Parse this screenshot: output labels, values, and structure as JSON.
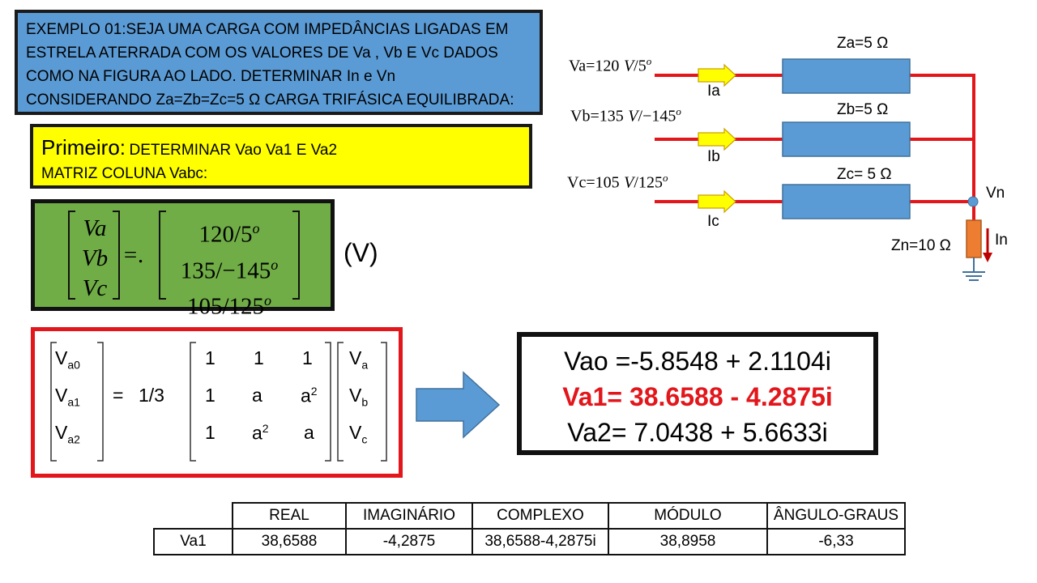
{
  "statement": {
    "lines": [
      "EXEMPLO 01:SEJA UMA CARGA COM IMPEDÂNCIAS LIGADAS EM",
      "ESTRELA ATERRADA COM OS VALORES DE Va , Vb E Vc DADOS",
      "COMO NA FIGURA AO LADO. DETERMINAR In e Vn",
      "CONSIDERANDO Za=Zb=Zc=5 Ω CARGA TRIFÁSICA EQUILIBRADA:"
    ]
  },
  "primeiro": {
    "title": "Primeiro:",
    "line1_rest": "DETERMINAR Vao  Va1 E Va2",
    "line2": "MATRIZ COLUNA Vabc:"
  },
  "voltage_matrix": {
    "left": [
      "Va",
      "Vb",
      "Vc"
    ],
    "equals": "=.",
    "right": [
      {
        "mag": "120",
        "angle": "5",
        "deg": "o"
      },
      {
        "mag": "135",
        "angle": "−145",
        "deg": "o"
      },
      {
        "mag": "105",
        "angle": "125",
        "deg": "o"
      }
    ],
    "unit": "(V)"
  },
  "sequence_matrix": {
    "lhs": [
      {
        "base": "V",
        "sub": "a0"
      },
      {
        "base": "V",
        "sub": "a1"
      },
      {
        "base": "V",
        "sub": "a2"
      }
    ],
    "equals": "=",
    "factor": "1/3",
    "matrix_rows": [
      [
        {
          "b": "1",
          "sup": ""
        },
        {
          "b": "1",
          "sup": ""
        },
        {
          "b": "1",
          "sup": ""
        }
      ],
      [
        {
          "b": "1",
          "sup": ""
        },
        {
          "b": "a",
          "sup": ""
        },
        {
          "b": "a",
          "sup": "2"
        }
      ],
      [
        {
          "b": "1",
          "sup": ""
        },
        {
          "b": "a",
          "sup": "2"
        },
        {
          "b": "a",
          "sup": ""
        }
      ]
    ],
    "rhs": [
      {
        "base": "V",
        "sub": "a"
      },
      {
        "base": "V",
        "sub": "b"
      },
      {
        "base": "V",
        "sub": "c"
      }
    ]
  },
  "arrow_color": "#5b9bd5",
  "results": {
    "vao": "Vao =-5.8548 + 2.1104i",
    "va1": "Va1=  38.6588 - 4.2875i",
    "va2": "Va2= 7.0438 + 5.6633i"
  },
  "table": {
    "headers": [
      "REAL",
      "IMAGINÁRIO",
      "COMPLEXO",
      "MÓDULO",
      "ÂNGULO-GRAUS"
    ],
    "row_label": "Va1",
    "row": [
      "38,6588",
      "-4,2875",
      "38,6588-4,2875i",
      "38,8958",
      "-6,33"
    ]
  },
  "circuit": {
    "va": {
      "prefix": "Va=120",
      "v": "V",
      "angle": "5",
      "deg": "o"
    },
    "vb": {
      "prefix": "Vb=135",
      "v": "V",
      "angle": "−145",
      "deg": "o"
    },
    "vc": {
      "prefix": "Vc=105",
      "v": "V",
      "angle": "125",
      "deg": "o"
    },
    "za": "Za=5 Ω",
    "zb": "Zb=5 Ω",
    "zc": "Zc= 5 Ω",
    "ia": "Ia",
    "ib": "Ib",
    "ic": "Ic",
    "vn": "Vn",
    "in": "In",
    "zn": "Zn=10 Ω",
    "wire_color": "#e2161b",
    "impedance_color": "#5b9bd5",
    "neutral_impedance_color": "#ed7d31",
    "current_arrow_color": "#ffff00"
  }
}
